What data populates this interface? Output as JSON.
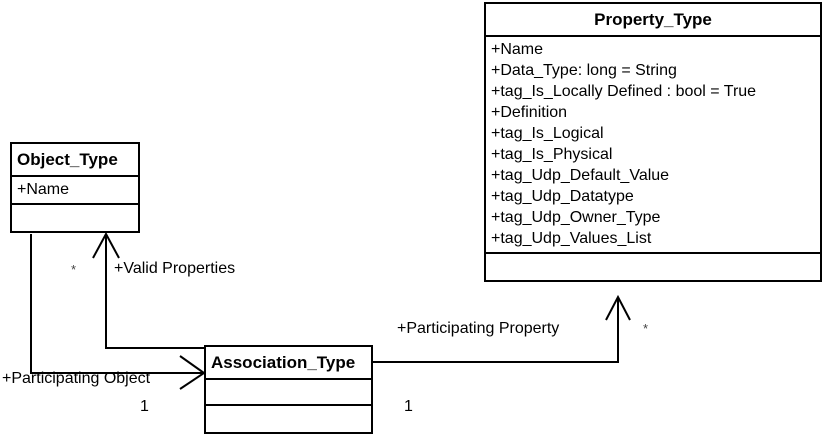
{
  "diagram": {
    "type": "uml-class-diagram",
    "title": "Property / Object / Association Type Model",
    "background": "#ffffff",
    "line_color": "#000000",
    "text_color": "#000000"
  },
  "classes": [
    {
      "id": "property_type",
      "name": "Property_Type",
      "attributes": [
        "+Name",
        "+Data_Type: long = String",
        "+tag_Is_Locally Defined : bool = True",
        "+Definition",
        "+tag_Is_Logical",
        "+tag_Is_Physical",
        "+tag_Udp_Default_Value",
        "+tag_Udp_Datatype",
        "+tag_Udp_Owner_Type",
        "+tag_Udp_Values_List"
      ],
      "operations": []
    },
    {
      "id": "object_type",
      "name": "Object_Type",
      "attributes": [
        "+Name"
      ],
      "operations": []
    },
    {
      "id": "association_type",
      "name": "Association_Type",
      "attributes": [],
      "operations": []
    }
  ],
  "associations": [
    {
      "id": "valid-properties",
      "role_label": "+Valid Properties",
      "source_multiplicity": "*",
      "from": "association_type",
      "to": "object_type"
    },
    {
      "id": "participating-object",
      "role_label": "+Participating Object",
      "source_multiplicity": "1",
      "from": "object_type",
      "to": "association_type"
    },
    {
      "id": "participating-property",
      "role_label": "+Participating Property",
      "source_multiplicity": "1",
      "target_multiplicity": "*",
      "from": "association_type",
      "to": "property_type"
    }
  ],
  "labels": {
    "valid_properties": "+Valid Properties",
    "participating_object": "+Participating Object",
    "participating_property": "+Participating Property",
    "star_left": "*",
    "star_right": "*",
    "one_left": "1",
    "one_right": "1"
  }
}
